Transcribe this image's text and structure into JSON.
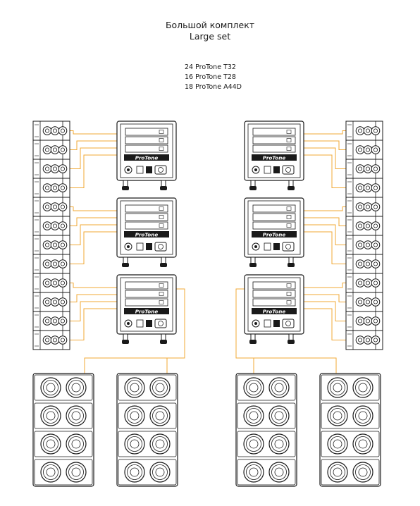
{
  "title_ru": "Большой комплект",
  "title_en": "Large set",
  "items": [
    "24 ProTone T32",
    "16 ProTone T28",
    "18 ProTone A44D"
  ],
  "amp_brand": "ProTone",
  "colors": {
    "cable": "#f0a836",
    "outline": "#1a1a1a"
  }
}
